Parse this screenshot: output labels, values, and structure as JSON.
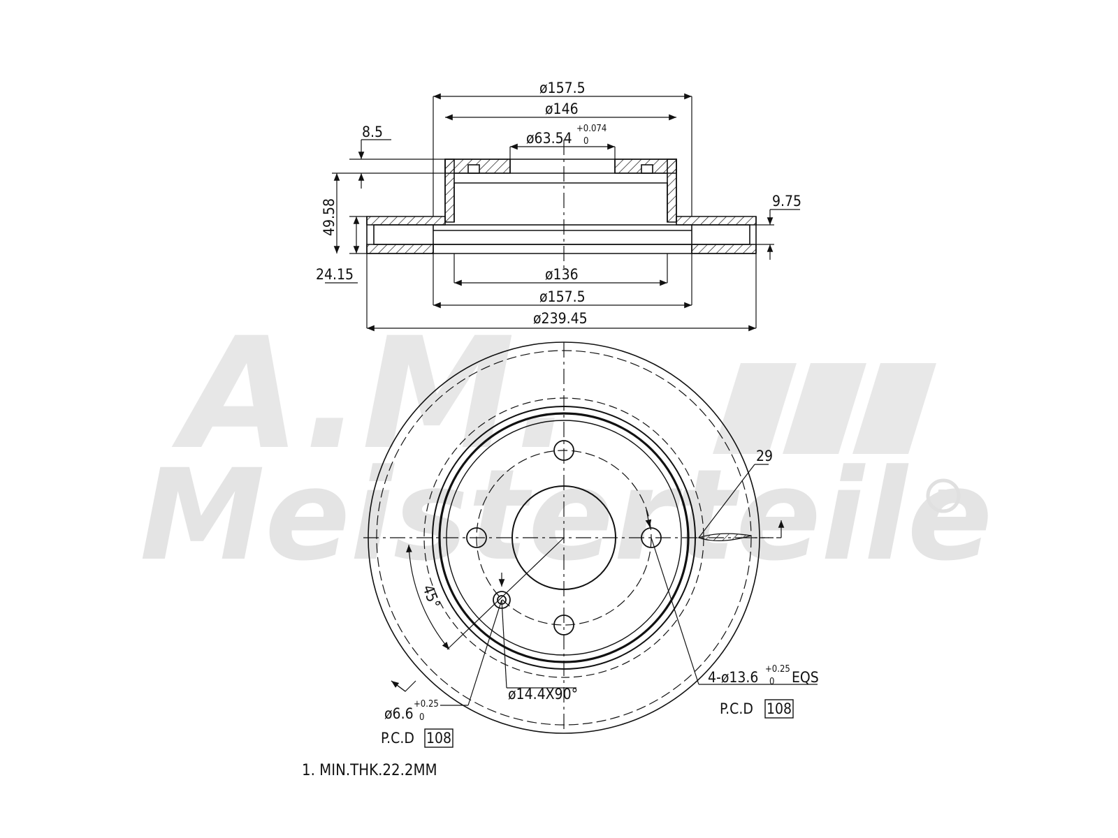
{
  "watermark": {
    "monogram": "A.M.",
    "brand": "Meisterteile",
    "registered": "R",
    "color": "#e4e4e4"
  },
  "section_view": {
    "diameters": {
      "outer_hat": "ø157.5",
      "hat_inner": "ø146",
      "center_bore": "ø63.54",
      "center_bore_tol_upper": "+0.074",
      "center_bore_tol_lower": "0",
      "inner_face": "ø136",
      "hat_outer_bottom": "ø157.5",
      "overall": "ø239.45"
    },
    "heights": {
      "flange": "8.5",
      "total_height": "49.58",
      "disc_offset": "24.15",
      "vent_gap": "9.75"
    }
  },
  "front_view": {
    "angle": "45°",
    "bolt_holes": {
      "label": "4-ø13.6",
      "tol_upper": "+0.25",
      "tol_lower": "0",
      "suffix": "EQS",
      "pcd_label": "P.C.D",
      "pcd_value": "108"
    },
    "screw_hole": {
      "label": "ø6.6",
      "tol_upper": "+0.25",
      "tol_lower": "0",
      "pcd_label": "P.C.D",
      "pcd_value": "108"
    },
    "countersink": "ø14.4X90°",
    "vent_width": "29"
  },
  "notes": {
    "min_thickness": "1. MIN.THK.22.2MM"
  },
  "colors": {
    "line": "#111111",
    "background": "#ffffff"
  }
}
